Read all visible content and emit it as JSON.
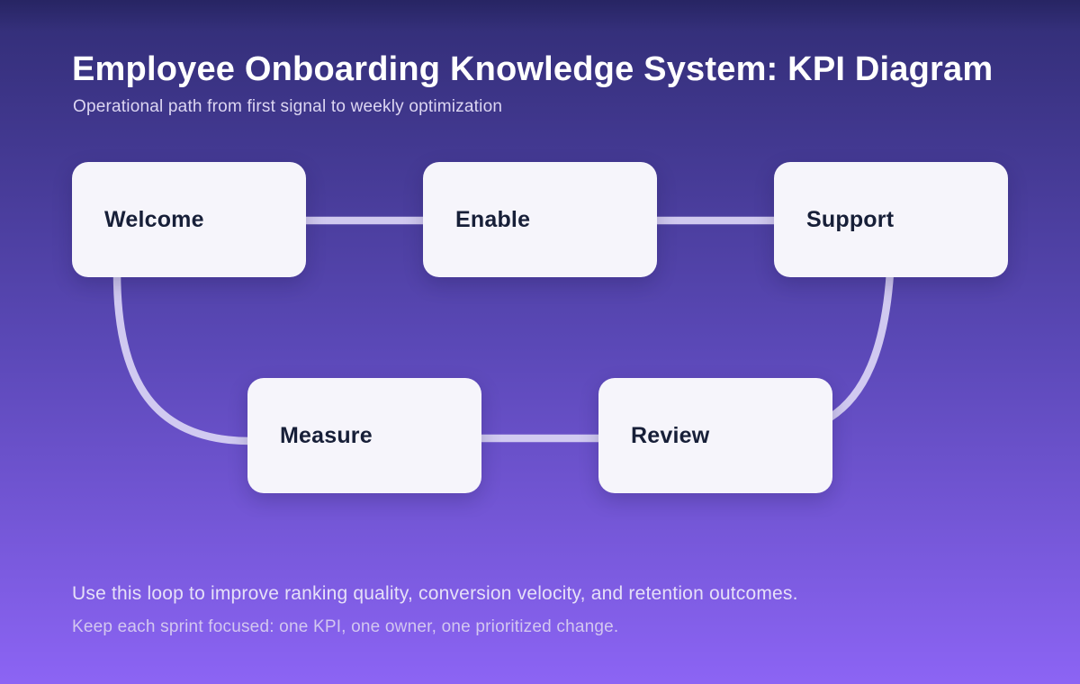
{
  "header": {
    "title": "Employee Onboarding Knowledge System: KPI Diagram",
    "subtitle": "Operational path from first signal to weekly optimization"
  },
  "nodes": [
    {
      "id": "welcome",
      "label": "Welcome"
    },
    {
      "id": "enable",
      "label": "Enable"
    },
    {
      "id": "support",
      "label": "Support"
    },
    {
      "id": "measure",
      "label": "Measure"
    },
    {
      "id": "review",
      "label": "Review"
    }
  ],
  "edges": [
    {
      "from": "Welcome",
      "to": "Enable"
    },
    {
      "from": "Enable",
      "to": "Support"
    },
    {
      "from": "Welcome",
      "to": "Measure"
    },
    {
      "from": "Support",
      "to": "Review"
    },
    {
      "from": "Measure",
      "to": "Review"
    }
  ],
  "footer": {
    "line1": "Use this loop to improve ranking quality, conversion velocity, and retention outcomes.",
    "line2": "Keep each sprint focused: one KPI, one owner, one prioritized change."
  },
  "colors": {
    "background_top": "#312d75",
    "background_mid": "#5a48b6",
    "background_bottom": "#8c64f4",
    "node_fill": "#f6f5fb",
    "node_text": "#171f38",
    "connector": "#d7d1f3",
    "title_text": "#ffffff",
    "subtitle_text": "#dcd6f2"
  }
}
